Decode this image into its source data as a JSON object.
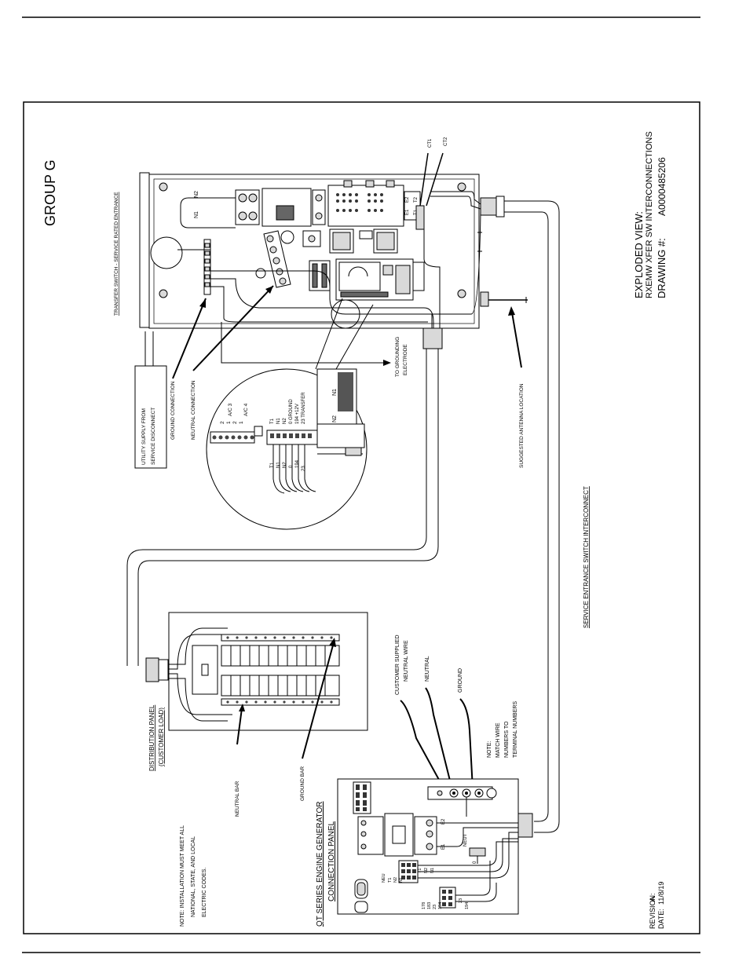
{
  "title_block": {
    "heading": "EXPLODED VIEW:",
    "description": "RXEMW XFER SW INTERCONNECTIONS",
    "drawing_label": "DRAWING #:",
    "drawing_number": "A0000485206",
    "revision_label": "REVISION:",
    "revision_value": "A",
    "date_label": "DATE:",
    "date_value": "11/8/19"
  },
  "group_label": "GROUP  G",
  "titles": {
    "transfer_switch": "TRANSFER SWITCH - SERVICE RATED ENTRANCE",
    "service_interconnect": "SERVICE ENTRANCE SWITCH INTERCONNECT",
    "distribution_panel_line1": "DISTRIBUTION PANEL",
    "distribution_panel_line2": "(CUSTOMER LOAD)",
    "qt_panel_line1": "QT SERIES ENGINE GENERATOR",
    "qt_panel_line2": "CONNECTION PANEL"
  },
  "callouts": {
    "utility_line1": "UTILITY SUPPLY FROM",
    "utility_line2": "SERVICE DISCONNECT",
    "ground_connection": "GROUND CONNECTION",
    "neutral_connection": "NEUTRAL CONNECTION",
    "grounding_line1": "TO GROUNDING",
    "grounding_line2": "ELECTRODE",
    "antenna": "SUGGESTED ANTENNA LOCATION",
    "neutral_bar": "NEUTRAL BAR",
    "ground_bar": "GROUND BAR",
    "customer_neutral_line1": "CUSTOMER SUPPLIED",
    "customer_neutral_line2": "NEUTRAL WIRE",
    "neutral": "NEUTRAL",
    "ground": "GROUND"
  },
  "notes": {
    "note1_line1": "NOTE: INSTALLATION MUST MEET ALL",
    "note1_line2": "NATIONAL, STATE, AND LOCAL",
    "note1_line3": "ELECTRIC CODES.",
    "note2_line1": "NOTE:",
    "note2_line2": "MATCH WIRE",
    "note2_line3": "NUMBERS TO",
    "note2_line4": "TERMINAL NUMBERS"
  },
  "switch_labels": {
    "n2": "N2",
    "n1": "N1",
    "ct1": "CT1",
    "ct2": "CT2",
    "t1": "T1",
    "t2": "T2",
    "e1": "E1",
    "e2": "E2"
  },
  "detail_terminals": {
    "top": [
      "2",
      "1",
      "2",
      "1"
    ],
    "top_desc": [
      "A/C 3",
      "A/C 4"
    ],
    "block": [
      "T1",
      "N1",
      "N2",
      "0  GROUND",
      "194  +12V",
      "23  TRANSFER"
    ],
    "wires": [
      "T1",
      "N1",
      "N2",
      "0",
      "194",
      "23"
    ],
    "n1": "N1",
    "n2": "N2"
  },
  "qt_terminals": {
    "left_labels": [
      "T1",
      "N2",
      "N1"
    ],
    "left_header": "NEU",
    "right_labels": [
      "178",
      "183",
      "23",
      "194"
    ],
    "wire_labels": [
      "T1",
      "N2",
      "N1",
      "23",
      "194"
    ],
    "e1": "E1",
    "e2": "E2",
    "neu": "NEUT",
    "zero": "0"
  }
}
